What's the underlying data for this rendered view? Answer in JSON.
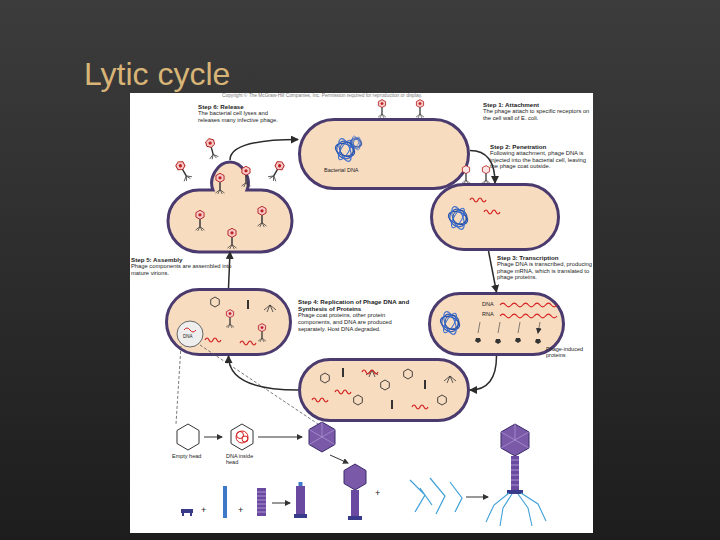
{
  "diagram": {
    "title": "Lytic cycle",
    "nodes": [
      {
        "text": [
          "Step 1: Attachment",
          "The phage attach to specific receptors on the cell wall of E. coli."
        ]
      },
      {
        "text": [
          "Step 2: Penetration",
          "Following attachment, phage DNA is injected into the bacterial cell, leaving the phage coat outside."
        ]
      },
      {
        "text": [
          "Step 3: Transcription",
          "Phage DNA is transcribed, producing phage mRNA, which is translated to phage proteins."
        ]
      },
      {
        "text": [
          "Step 4: Replication of Phage DNA and Synthesis of Proteins",
          "Phage coat proteins, other protein components, and DNA are produced separately. Host DNA degraded."
        ]
      },
      {
        "text": [
          "Step 5: Assembly",
          "Phage components are assembled into mature virions."
        ]
      },
      {
        "text": [
          "Step 6: Release",
          "The bacterial cell lyses and releases many infective phage."
        ]
      }
    ],
    "edges": [
      {
        "from": 0,
        "to": 1,
        "arrow": "to"
      },
      {
        "from": 1,
        "to": 2,
        "arrow": "to"
      },
      {
        "from": 2,
        "to": 3,
        "arrow": "to"
      },
      {
        "from": 3,
        "to": 4,
        "arrow": "to"
      },
      {
        "from": 4,
        "to": 5,
        "arrow": "to"
      },
      {
        "from": 5,
        "to": 0,
        "arrow": "to"
      }
    ],
    "labels": [
      "Copyright © The McGraw-Hill Companies, Inc. Permission required for reproduction or display.",
      "Bacterial DNA",
      "DNA",
      "RNA",
      "Phage-induced proteins",
      "DNA",
      "Empty head",
      "DNA inside head",
      "+",
      "+",
      "+"
    ]
  }
}
